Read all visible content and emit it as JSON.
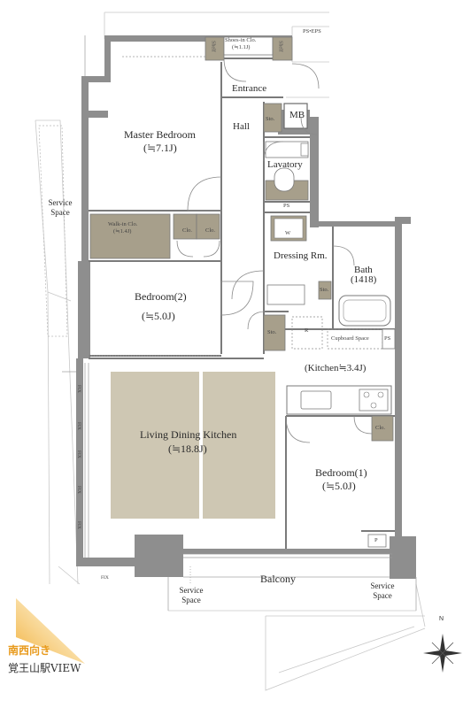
{
  "rooms": {
    "master_bedroom": {
      "name": "Master Bedroom",
      "size": "(≒7.1J)"
    },
    "walk_in_closet": {
      "name": "Walk-in Clo.",
      "size": "(≒1.4J)"
    },
    "shoes_in_closet": {
      "name": "Shoes-in Clo.",
      "size": "(≒1.1J)"
    },
    "shelf_left": "Shelf",
    "shelf_right": "Shelf",
    "ps_eps": "PS•EPS",
    "entrance": "Entrance",
    "hall": "Hall",
    "mb": "MB",
    "sto_hall": "Sto.",
    "lavatory": "Lavatory",
    "ps_lavatory": "PS",
    "washer": "W",
    "dressing_room": "Dressing Rm.",
    "bath": {
      "name": "Bath",
      "size": "(1418)"
    },
    "sto_dressing": "Sto.",
    "sto_bath": "Sto.",
    "fridge": "R",
    "cupboard_space": "Cupboard Space",
    "ps_kitchen": "PS",
    "kitchen": "(Kitchen≒3.4J)",
    "bedroom_2": {
      "name": "Bedroom(2)",
      "size": "(≒5.0J)"
    },
    "closet_b2_left": "Clo.",
    "closet_b2_right": "Clo.",
    "living": {
      "name": "Living Dining Kitchen",
      "size": "(≒18.8J)"
    },
    "bedroom_1": {
      "name": "Bedroom(1)",
      "size": "(≒5.0J)"
    },
    "closet_b1": "Clo.",
    "p_box": "P",
    "balcony": "Balcony",
    "service_space_left": "Service Space",
    "service_space_bottom": "Service Space",
    "service_space_right": "Service Space",
    "fix": [
      "FIX",
      "FIX",
      "FIX",
      "FIX",
      "FIX",
      "FIX"
    ]
  },
  "orientation": "南西向き",
  "station_view": "覚王山駅VIEW",
  "compass": "N",
  "colors": {
    "wall": "#8c8c8c",
    "closet_fill": "#a79f8b",
    "living_fill": "#cec7b3",
    "floor": "#ffffff",
    "accent": "#f0b43c"
  }
}
